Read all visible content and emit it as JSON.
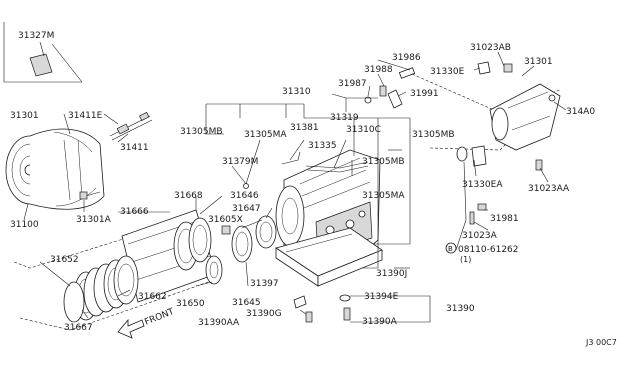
{
  "diagram": {
    "labels": {
      "p31327M": "31327M",
      "p31301_top": "31301",
      "p31411E": "31411E",
      "p31411": "31411",
      "p31100": "31100",
      "p31301A": "31301A",
      "p31310": "31310",
      "p31319": "31319",
      "p31305MB_left": "31305MB",
      "p31305MA_top": "31305MA",
      "p31381": "31381",
      "p31310C": "31310C",
      "p31305MB_right": "31305MB",
      "p31379M": "31379M",
      "p31335": "31335",
      "p31305MB_mid": "31305MB",
      "p31305MA_mid": "31305MA",
      "p31646": "31646",
      "p31647": "31647",
      "p31605X": "31605X",
      "p31668": "31668",
      "p31666": "31666",
      "p31652": "31652",
      "p31662": "31662",
      "p31650": "31650",
      "p31645": "31645",
      "p31667": "31667",
      "p31397": "31397",
      "p31390J": "31390J",
      "p31394E": "31394E",
      "p31390": "31390",
      "p31390G": "31390G",
      "p31390AA": "31390AA",
      "p31390A": "31390A",
      "p31986": "31986",
      "p31988": "31988",
      "p31987": "31987",
      "p31991": "31991",
      "p31330E": "31330E",
      "p31023AB": "31023AB",
      "p31301_right": "31301",
      "p314A0": "314A0",
      "p31330EA": "31330EA",
      "p31023AA": "31023AA",
      "p31981": "31981",
      "p31023A": "31023A",
      "bolt_circle": "B",
      "bolt_code": "08110-61262",
      "bolt_qty": "(1)",
      "front": "FRONT",
      "ref": "J3 00C7"
    }
  }
}
